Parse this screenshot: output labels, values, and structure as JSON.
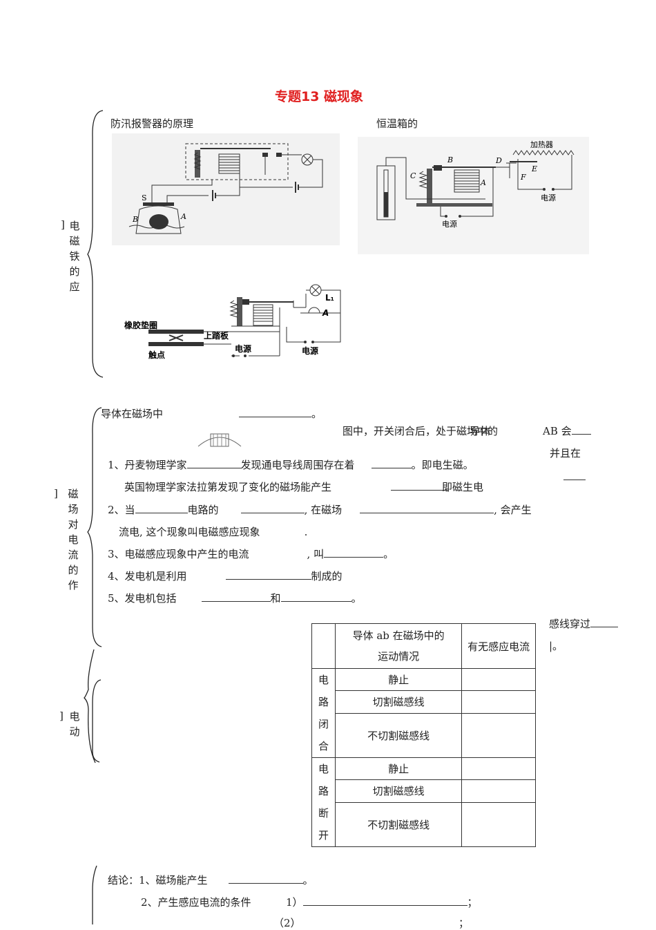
{
  "title": "专题13  磁现象",
  "section1": {
    "side_label": [
      "电",
      "磁",
      "铁",
      "的",
      "应"
    ],
    "side_mark": "]",
    "fig1_caption": "防汛报警器的原理",
    "fig2_caption": "恒温箱的",
    "fig1_labels": {
      "s": "S",
      "b": "B",
      "a": "A"
    },
    "fig2_labels": {
      "b": "B",
      "c": "C",
      "a": "A",
      "d": "D",
      "e": "E",
      "f": "F",
      "heater": "加热器",
      "source1": "电源",
      "source2": "电源"
    },
    "fig3_labels": {
      "rubber": "橡胶垫圈",
      "pedal": "上踏板",
      "contact": "触点",
      "source1": "电源",
      "source2": "电源",
      "l1": "L₁",
      "a": "A"
    }
  },
  "section2": {
    "side_label": [
      "磁",
      "场",
      "对",
      "电",
      "流",
      "的",
      "作"
    ],
    "side_mark": "]",
    "line_a": "导体在磁场中",
    "line_a_end": "。",
    "line_b": "图中，开关闭合后，处于磁场中的",
    "line_b_suffix": "导体",
    "line_b_end": "AB 会",
    "line_c": "并且在",
    "q1_a": "1、丹麦物理学家",
    "q1_b": "发现通电导线周围存在着",
    "q1_c": "。即电生磁。",
    "q1_d": "英国物理学家",
    "q1_e": "法拉第发现了变化的磁场能产生",
    "q1_f": "。",
    "q1_g": "即磁生电",
    "q2_a": "2、当",
    "q2_b": "电路的",
    "q2_c": ", 在磁场",
    "q2_d": ", 会产生",
    "q2_e": "流电",
    "q2_f": ", 这个现象叫电磁感应现象",
    "q2_g": ".",
    "q3_a": "3、电磁感应现象中产生的电流",
    "q3_b": ", 叫",
    "q3_c": "。",
    "q4_a": "4、发电机是利用",
    "q4_b": "制成的",
    "q5_a": "5、发电机包括",
    "q5_b": "和",
    "q5_c": "。",
    "aside_a": "感线穿过",
    "aside_b": "|。"
  },
  "section3": {
    "side_label": [
      "电",
      "动"
    ],
    "side_mark": "]"
  },
  "table": {
    "header_col1": "导体 ab 在磁场中的",
    "header_col1_line2": "运动情况",
    "header_col2": "有无感应电流",
    "group1_label": [
      "电",
      "路",
      "闭",
      "合"
    ],
    "group2_label": [
      "电",
      "路",
      "断",
      "开"
    ],
    "rows": [
      "静止",
      "切割磁感线",
      "不切割磁感线"
    ]
  },
  "conclusion": {
    "line1_a": "结论：1、磁场能产生",
    "line1_b": "。",
    "line2_a": "2、产生感应电流的条件",
    "line2_b": "1）",
    "line2_c": "；",
    "line3_a": "（2）",
    "line3_b": "；"
  }
}
